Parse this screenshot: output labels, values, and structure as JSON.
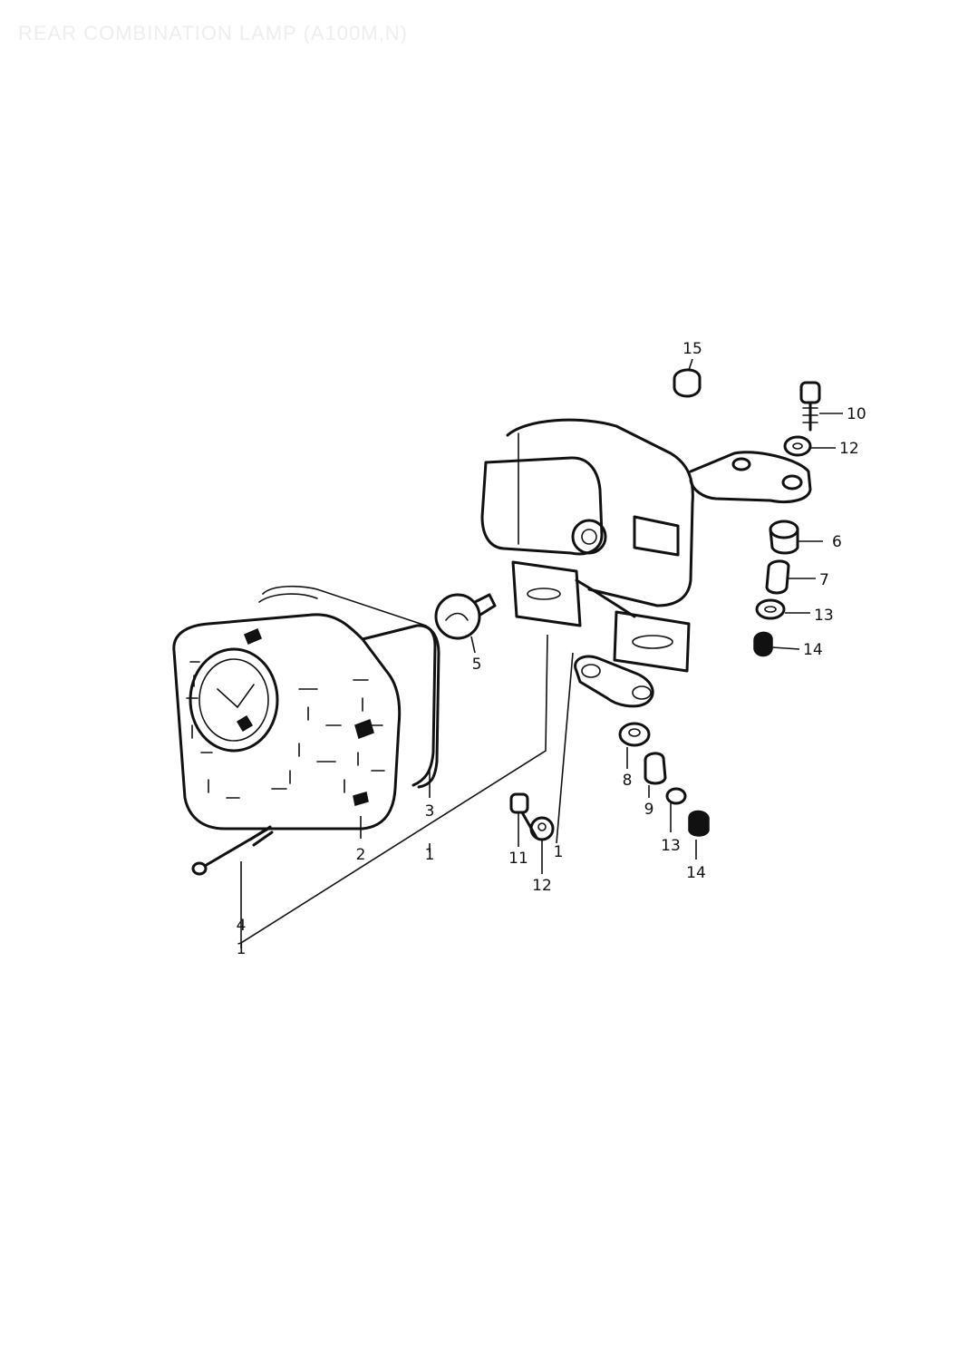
{
  "title": "REAR COMBINATION LAMP (A100M,N)",
  "callouts": [
    {
      "id": "c1a",
      "label": "1"
    },
    {
      "id": "c1b",
      "label": "1"
    },
    {
      "id": "c1c",
      "label": "1"
    },
    {
      "id": "c2",
      "label": "2"
    },
    {
      "id": "c3",
      "label": "3"
    },
    {
      "id": "c4",
      "label": "4"
    },
    {
      "id": "c5",
      "label": "5"
    },
    {
      "id": "c6",
      "label": "6"
    },
    {
      "id": "c7",
      "label": "7"
    },
    {
      "id": "c8",
      "label": "8"
    },
    {
      "id": "c9",
      "label": "9"
    },
    {
      "id": "c10",
      "label": "10"
    },
    {
      "id": "c11",
      "label": "11"
    },
    {
      "id": "c12a",
      "label": "12"
    },
    {
      "id": "c12b",
      "label": "12"
    },
    {
      "id": "c13a",
      "label": "13"
    },
    {
      "id": "c13b",
      "label": "13"
    },
    {
      "id": "c14a",
      "label": "14"
    },
    {
      "id": "c14b",
      "label": "14"
    },
    {
      "id": "c15",
      "label": "15"
    }
  ]
}
